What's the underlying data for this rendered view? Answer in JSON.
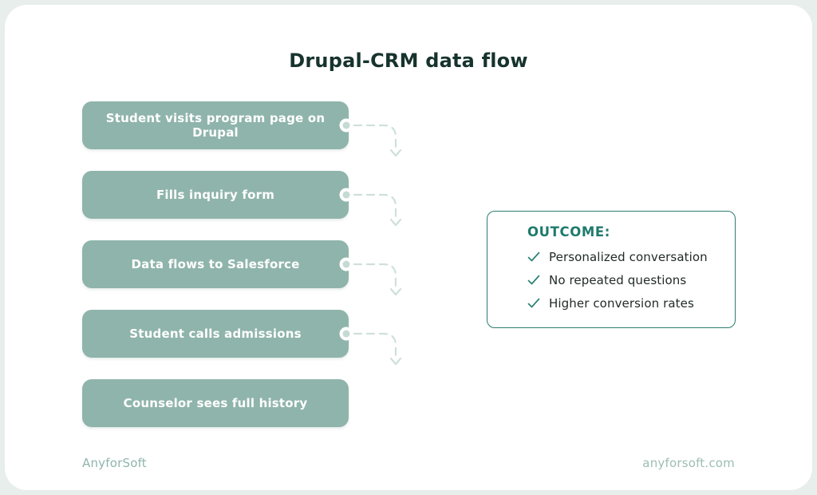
{
  "page": {
    "title": "Drupal-CRM data flow",
    "background_color": "#e7eeeb",
    "card_color": "#ffffff",
    "title_color": "#17332d"
  },
  "flow": {
    "steps": [
      "Student visits program page on Drupal",
      "Fills inquiry form",
      "Data flows to Salesforce",
      "Student calls admissions",
      "Counselor sees full history"
    ],
    "step_fill_color": "#8fb4ab",
    "step_text_color": "#ffffff",
    "connector_color": "#cfe0db",
    "connector_dot_color": "#c6dad4",
    "connector_style": "dashed-curved-arrow-down"
  },
  "outcome": {
    "heading": "OUTCOME:",
    "heading_color": "#1f7a6d",
    "border_color": "#2a7d70",
    "check_color": "#2a8174",
    "text_color": "#212b29",
    "items": [
      "Personalized conversation",
      "No repeated questions",
      "Higher conversion rates"
    ]
  },
  "footer": {
    "brand": "AnyforSoft",
    "website": "anyforsoft.com",
    "brand_color": "#8fb5ac",
    "website_color": "#9dbdb4"
  }
}
